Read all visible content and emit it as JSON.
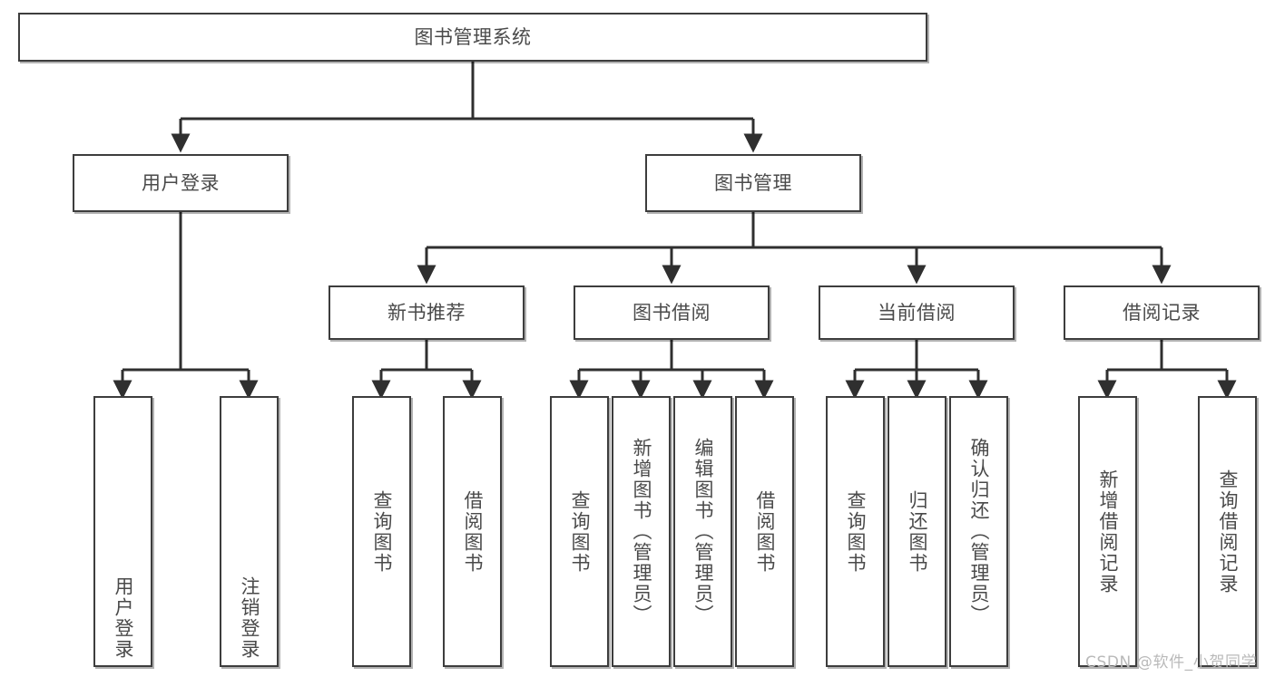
{
  "diagram": {
    "type": "tree-hierarchy-chart",
    "title_text": "图书管理系统",
    "colors": {
      "background": "#ffffff",
      "box_border": "#3d3d3d",
      "box_fill": "#ffffff",
      "text": "#4a4a4a",
      "connector": "#2f2f2f",
      "watermark": "#b9b9b9"
    },
    "root": {
      "label": "图书管理系统"
    },
    "level2": [
      {
        "label": "用户登录"
      },
      {
        "label": "图书管理"
      }
    ],
    "level3": [
      {
        "label": "新书推荐"
      },
      {
        "label": "图书借阅"
      },
      {
        "label": "当前借阅"
      },
      {
        "label": "借阅记录"
      }
    ],
    "leaves": {
      "user_login": [
        {
          "label": "用户登录"
        },
        {
          "label": "注销登录"
        }
      ],
      "new_book_recommend": [
        {
          "label": "查询图书"
        },
        {
          "label": "借阅图书"
        }
      ],
      "book_borrow": [
        {
          "label": "查询图书"
        },
        {
          "label": "新增图书（管理员）"
        },
        {
          "label": "编辑图书（管理员）"
        },
        {
          "label": "借阅图书"
        }
      ],
      "current_borrow": [
        {
          "label": "查询图书"
        },
        {
          "label": "归还图书"
        },
        {
          "label": "确认归还（管理员）"
        }
      ],
      "borrow_record": [
        {
          "label": "新增借阅记录"
        },
        {
          "label": "查询借阅记录"
        }
      ]
    },
    "watermark": "CSDN @软件_小贺同学"
  }
}
